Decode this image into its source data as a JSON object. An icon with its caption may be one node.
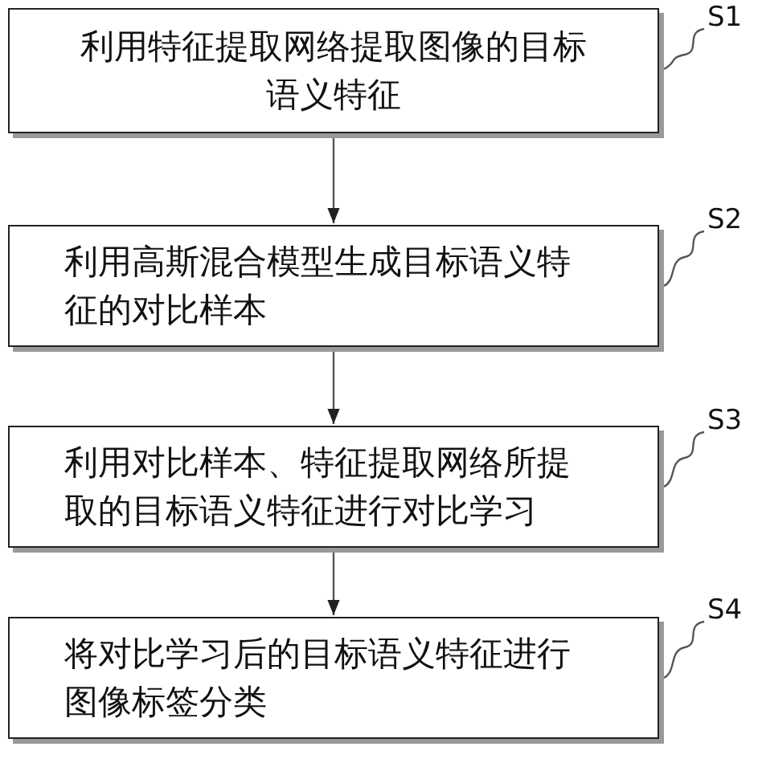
{
  "diagram": {
    "nodes": [
      {
        "text": [
          "S1"
        ]
      },
      {
        "text": [
          "利用特征提取网络提取图像的目标语义特征"
        ]
      },
      {
        "text": [
          "S2"
        ]
      },
      {
        "text": [
          "利用高斯混合模型生成目标语义特征的对比样本"
        ]
      },
      {
        "text": [
          "S3"
        ]
      },
      {
        "text": [
          "利用对比样本、特征提取网络所提取的目标语义特征进行对比学习"
        ]
      },
      {
        "text": [
          "S4"
        ]
      },
      {
        "text": [
          "将对比学习后的目标语义特征进行图像标签分类"
        ]
      }
    ],
    "edges": [
      {
        "from": 1,
        "to": 3,
        "arrow": "to"
      },
      {
        "from": 3,
        "to": 5,
        "arrow": "to"
      },
      {
        "from": 5,
        "to": 7,
        "arrow": "to"
      },
      {
        "from": 0,
        "to": 1,
        "arrow": "none"
      },
      {
        "from": 2,
        "to": 3,
        "arrow": "none"
      },
      {
        "from": 4,
        "to": 5,
        "arrow": "none"
      },
      {
        "from": 6,
        "to": 7,
        "arrow": "none"
      }
    ]
  }
}
